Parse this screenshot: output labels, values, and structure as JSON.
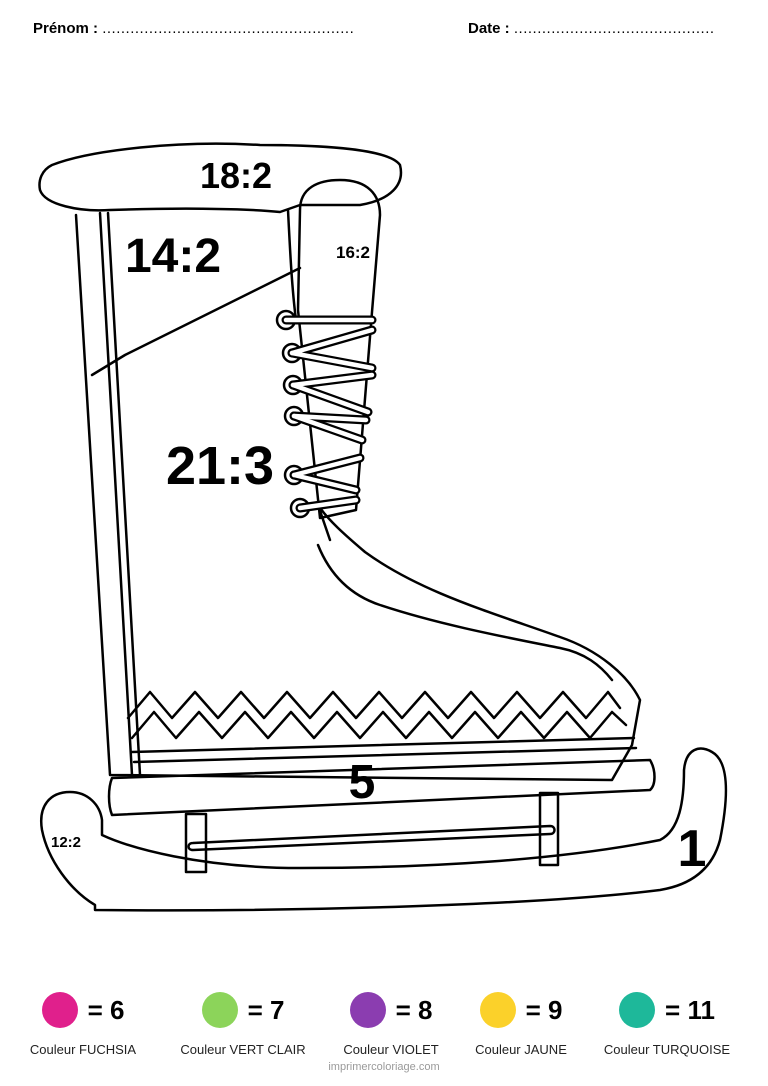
{
  "header": {
    "name_label": "Prénom :",
    "name_dots": "......................................................",
    "date_label": "Date :",
    "date_dots": "..........................................."
  },
  "drawing": {
    "zones": {
      "cuff": "18:2",
      "upper_left": "14:2",
      "tongue": "16:2",
      "body": "21:3",
      "sole": "5",
      "blade_left": "12:2",
      "blade_right": "1"
    }
  },
  "legend": [
    {
      "color": "#e0208c",
      "value": "= 6",
      "label": "Couleur FUCHSIA"
    },
    {
      "color": "#8cd45a",
      "value": "= 7",
      "label": "Couleur VERT CLAIR"
    },
    {
      "color": "#8b3db0",
      "value": "= 8",
      "label": "Couleur VIOLET"
    },
    {
      "color": "#fbd12a",
      "value": "= 9",
      "label": "Couleur JAUNE"
    },
    {
      "color": "#1eb89a",
      "value": "= 11",
      "label": "Couleur TURQUOISE"
    }
  ],
  "footer": {
    "credit": "imprimercoloriage.com"
  }
}
